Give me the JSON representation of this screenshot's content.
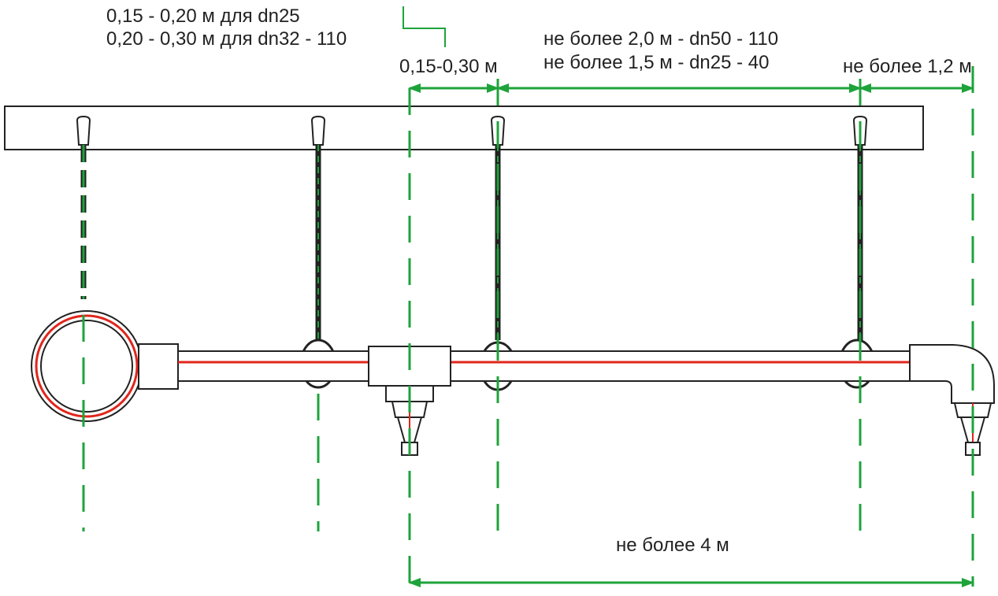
{
  "labels": {
    "sprinkler_offset_line1": "0,15 - 0,20 м для dn25",
    "sprinkler_offset_line2": "0,20 - 0,30 м для dn32 - 110",
    "tee_offset": "0,15-0,30 м",
    "span_line1": "не более 2,0 м - dn50 - 110",
    "span_line2": "не более 1,5 м - dn25 - 40",
    "end_span": "не более 1,2 м",
    "total": "не более 4 м"
  },
  "colors": {
    "dimension": "#1ea33a",
    "pipe_axis": "#e0261c",
    "outline": "#222222"
  },
  "icons": {
    "arrowhead": "arrowhead-icon",
    "sprinkler": "sprinkler-icon"
  }
}
